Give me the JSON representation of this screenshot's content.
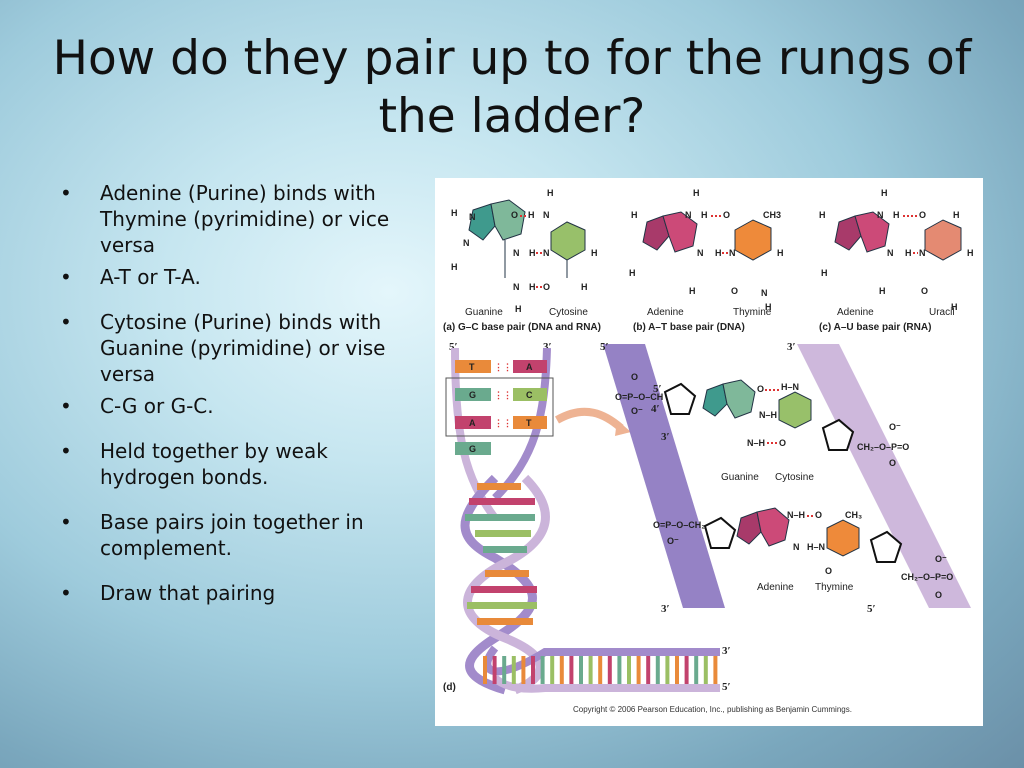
{
  "slide": {
    "title": "How do they pair up to for the rungs of the ladder?",
    "bullets": [
      {
        "text": "Adenine (Purine) binds with Thymine (pyrimidine) or vice versa",
        "gap_after": false
      },
      {
        "text": "A-T or T-A.",
        "gap_after": true
      },
      {
        "text": "Cytosine (Purine) binds with Guanine (pyrimidine) or vise versa",
        "gap_after": false
      },
      {
        "text": "C-G or G-C.",
        "gap_after": true
      },
      {
        "text": "Held together by weak hydrogen bonds.",
        "gap_after": true
      },
      {
        "text": "Base pairs join together in complement.",
        "gap_after": true
      },
      {
        "text": "Draw that pairing",
        "gap_after": false
      }
    ],
    "bullet_symbol": "•"
  },
  "figure": {
    "panel_a": {
      "caption": "(a) G–C base pair (DNA and RNA)",
      "left_base": "Guanine",
      "right_base": "Cytosine"
    },
    "panel_b": {
      "caption": "(b) A–T base pair (DNA)",
      "left_base": "Adenine",
      "right_base": "Thymine",
      "methyl": "CH3"
    },
    "panel_c": {
      "caption": "(c) A–U base pair (RNA)",
      "left_base": "Adenine",
      "right_base": "Uracil"
    },
    "panel_d": {
      "label": "(d)",
      "rungs": [
        {
          "left": "T",
          "right": "A"
        },
        {
          "left": "G",
          "right": "C"
        },
        {
          "left": "A",
          "right": "T"
        },
        {
          "left": "G",
          "right": ""
        }
      ],
      "end_labels": {
        "top_left": "5′",
        "top_right": "3′",
        "bottom_top": "3′",
        "bottom_bottom": "5′"
      },
      "detail_labels": {
        "strand1_top": "5′",
        "strand2_top": "3′",
        "strand1_bottom": "3′",
        "strand2_bottom": "5′",
        "primes": [
          "5′",
          "4′",
          "3′"
        ]
      },
      "detail_pairs": [
        {
          "left": "Guanine",
          "right": "Cytosine"
        },
        {
          "left": "Adenine",
          "right": "Thymine"
        }
      ]
    },
    "copyright": "Copyright © 2006 Pearson Education, Inc., publishing as Benjamin Cummings.",
    "colors": {
      "guanine": "#6aaa8e",
      "cytosine": "#9bbf64",
      "adenine": "#c2426d",
      "thymine": "#e98a3a",
      "uracil": "#e48a72",
      "strand_purple": "#8f7bc2",
      "strand_light": "#cbb4da"
    }
  }
}
